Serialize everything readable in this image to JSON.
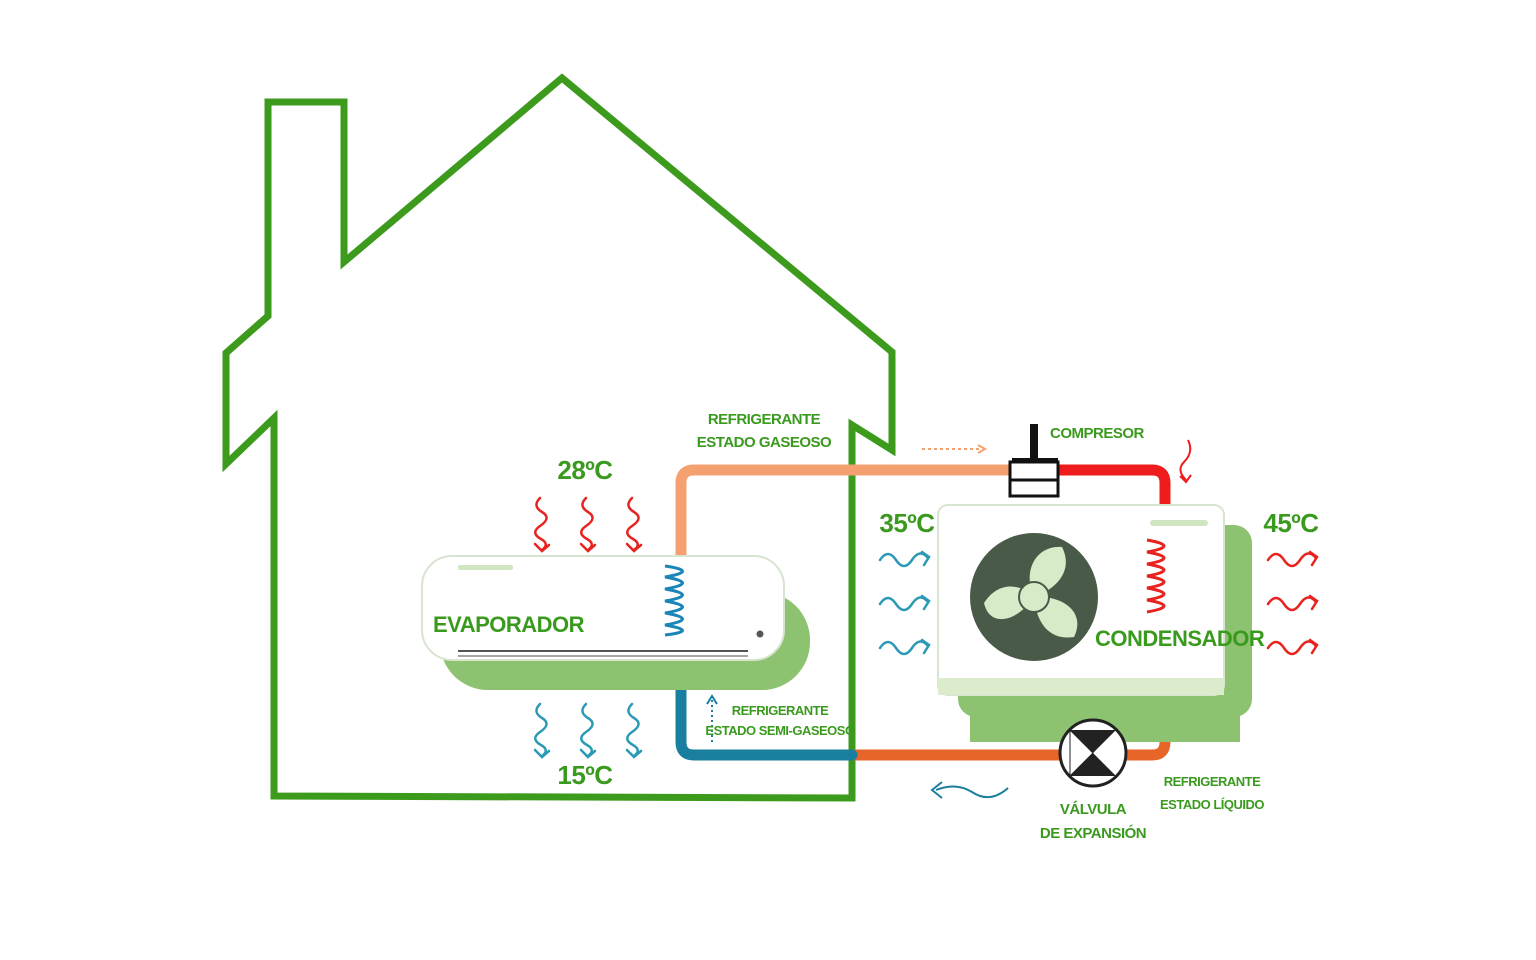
{
  "colors": {
    "house_outline": "#3c9a1c",
    "label_green": "#3a9a1e",
    "unit_green": "#8cc270",
    "pipe_gas": "#f5a070",
    "pipe_hot": "#ee1c1c",
    "pipe_liquid": "#e8652a",
    "pipe_cold": "#1a7f9e",
    "wave_hot": "#e8231f",
    "wave_cold": "#2a9ab5",
    "fan_dark": "#4a5a48",
    "fan_blade": "#d8ebc8"
  },
  "labels": {
    "refrigerant_gas_line1": "REFRIGERANTE",
    "refrigerant_gas_line2": "ESTADO GASEOSO",
    "compressor": "COMPRESOR",
    "indoor_temp_in": "28ºC",
    "indoor_temp_out": "15ºC",
    "evaporator": "EVAPORADOR",
    "refrigerant_semigas_line1": "REFRIGERANTE",
    "refrigerant_semigas_line2": "ESTADO SEMI-GASEOSO",
    "outdoor_temp_in": "35ºC",
    "outdoor_temp_out": "45ºC",
    "condenser": "CONDENSADOR",
    "expansion_valve_line1": "VÁLVULA",
    "expansion_valve_line2": "DE EXPANSIÓN",
    "refrigerant_liquid_line1": "REFRIGERANTE",
    "refrigerant_liquid_line2": "ESTADO LÍQUIDO"
  },
  "icons": {
    "house": "house-outline-icon",
    "fan": "fan-icon",
    "compressor": "compressor-icon",
    "valve": "expansion-valve-icon"
  }
}
